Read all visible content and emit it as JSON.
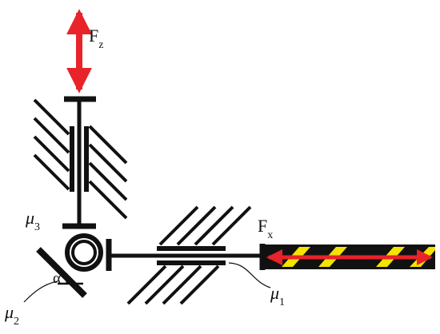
{
  "diagram": {
    "labels": {
      "force_z": {
        "main": "F",
        "sub": "z"
      },
      "force_x": {
        "main": "F",
        "sub": "x"
      },
      "mu_1": {
        "main": "μ",
        "sub": "1"
      },
      "mu_2": {
        "main": "μ",
        "sub": "2"
      },
      "mu_3": {
        "main": "μ",
        "sub": "3"
      },
      "angle": "α"
    },
    "colors": {
      "line": "#111111",
      "arrow": "#e8232a",
      "stripe": "#f5e300",
      "background": "#ffffff"
    }
  }
}
